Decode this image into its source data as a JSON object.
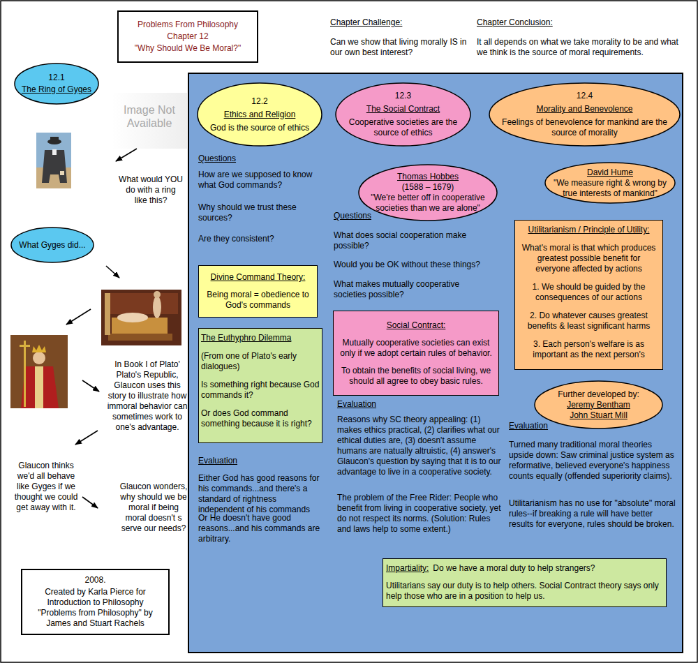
{
  "diagram": {
    "nodes": [
      {
        "text": [
          "Problems From Philosophy",
          "Chapter 12",
          "\"Why Should We Be Moral?\""
        ]
      },
      {
        "text": [
          "12.1",
          "The Ring of Gyges"
        ]
      },
      {
        "text": [
          "What Gyges did..."
        ]
      },
      {
        "text": [
          "2008.",
          "Created by Karla Pierce for Introduction to Philosophy \"Problems from Philosophy\" by James and Stuart Rachels"
        ]
      },
      {
        "text": [
          "12.2",
          "Ethics and Religion",
          "God is the source of ethics"
        ]
      },
      {
        "text": [
          "12.3",
          "The Social Contract",
          "Cooperative societies are the source of ethics"
        ]
      },
      {
        "text": [
          "12.4",
          "Morality and Benevolence",
          "Feelings of benevolence for mankind are the source of morality"
        ]
      },
      {
        "text": [
          "Thomas Hobbes",
          "(1588 – 1679)",
          "\"We're better off in cooperative societies than we are alone\""
        ]
      },
      {
        "text": [
          "David Hume",
          "\"We measure right & wrong by true interests of mankind\""
        ]
      },
      {
        "text": [
          "Utilitarianism / Principle of Utility:",
          "What's moral is that which produces greatest possible benefit for everyone affected by actions",
          "1. We should be guided by the consequences of our actions",
          "2. Do whatever causes greatest benefits & least significant harms",
          "3. Each person's welfare is as important as the next person's"
        ]
      },
      {
        "text": [
          "Divine Command Theory:",
          "Being moral = obedience to God's commands"
        ]
      },
      {
        "text": [
          "Social Contract:",
          "Mutually cooperative societies can exist only if we adopt certain rules of behavior.",
          "To obtain the benefits of social living, we should all agree to obey basic rules."
        ]
      },
      {
        "text": [
          "The Euthyphro Dilemma",
          "(From one of Plato's early dialogues)",
          "Is something right because God commands it?",
          "Or does God command something because it is right?"
        ]
      },
      {
        "text": [
          "Further developed by:",
          "Jeremy Bentham",
          "John Stuart Mill"
        ]
      },
      {
        "text": [
          "Impartiality:",
          "Do we have a moral duty to help strangers?",
          "Utilitarians say our duty is to help others.  Social Contract theory says only help those who are in a position to help us."
        ]
      }
    ],
    "labels": [
      "Chapter Challenge:",
      "Can we show that living morally IS in our own best interest?",
      "Chapter Conclusion:",
      "It all depends on what we take morality to be and what we think is the source of moral requirements.",
      "Image Not Available",
      "What would YOU do with a ring like this?",
      "In Book I of Plato' Plato's Republic, Glaucon uses this story to illustrate how immoral behavior can sometimes work to one's advantage.",
      "Glaucon thinks we'd all behave like Gyges if we thought we could get away with it.",
      "Glaucon wonders, why should we be moral if being moral doesn't s serve our needs?",
      "Questions",
      "How are we supposed to know what God commands?",
      "Why should we trust these sources?",
      "Are they consistent?",
      "Evaluation",
      "Either God has good reasons for his commands...and there's a standard of rightness independent of his commands",
      "Or He doesn't have good reasons...and his commands are arbitrary.",
      "Questions",
      "What does social cooperation make possible?",
      "Would you be OK without these things?",
      "What makes mutually cooperative societies possible?",
      "Evaluation",
      "Reasons why SC theory appealing: (1) makes ethics practical, (2) clarifies what our ethical duties are, (3) doesn't assume humans are natually altruistic, (4) answer's Glaucon's question by saying that it is to our advantage to live in a cooperative society.",
      "The problem of the Free Rider: People who benefit from living in cooperative society, yet do not respect its norms. (Solution:  Rules and laws help to some extent.)",
      "Evaluation",
      "Turned many traditional moral theories upside down: Saw criminal justice system as reformative, believed everyone's happiness counts equally (offended superiority claims).",
      "Utilitarianism has no use for \"absolute\" moral rules--if breaking a rule will have better results for everyone, rules should be broken."
    ]
  }
}
